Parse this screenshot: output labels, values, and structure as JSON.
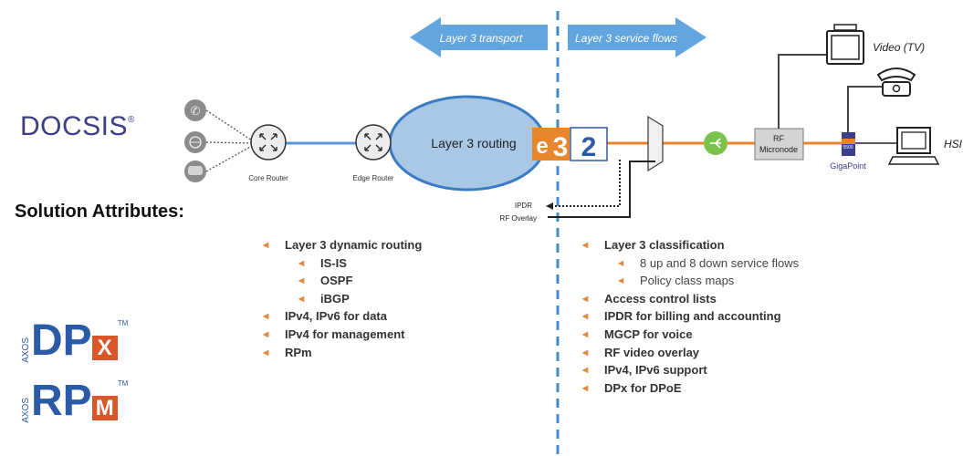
{
  "banner_left": "Layer 3 transport",
  "banner_right": "Layer 3 service flows",
  "docsis": {
    "text": "DOCSIS",
    "mark": "®"
  },
  "routers": {
    "core": "Core Router",
    "edge": "Edge Router"
  },
  "cloud_label": "Layer 3 routing",
  "e32_logo": {
    "e": "e",
    "three": "3",
    "two": "2"
  },
  "side_labels": {
    "ipdr": "IPDR",
    "rf_overlay": "RF Overlay"
  },
  "micronode": {
    "line1": "RF",
    "line2": "Micronode"
  },
  "gigapoint": {
    "box_text": "5500",
    "label": "GigaPoint"
  },
  "endpoints": {
    "video": "Video (TV)",
    "hsi": "HSI"
  },
  "heading": "Solution Attributes:",
  "left_list": [
    {
      "text": "Layer 3 dynamic routing",
      "level": 1
    },
    {
      "text": "IS-IS",
      "level": 2
    },
    {
      "text": "OSPF",
      "level": 2
    },
    {
      "text": "iBGP",
      "level": 2
    },
    {
      "text": "IPv4, IPv6 for data",
      "level": 1
    },
    {
      "text": "IPv4 for management",
      "level": 1
    },
    {
      "text": "RPm",
      "level": 1
    }
  ],
  "right_list": [
    {
      "text": "Layer 3 classification",
      "level": 1
    },
    {
      "text": "8 up and 8 down service flows",
      "level": 2
    },
    {
      "text": "Policy class maps",
      "level": 2
    },
    {
      "text": "Access control lists",
      "level": 1
    },
    {
      "text": "IPDR for billing and accounting",
      "level": 1
    },
    {
      "text": "MGCP for voice",
      "level": 1
    },
    {
      "text": "RF video overlay",
      "level": 1
    },
    {
      "text": "IPv4, IPv6 support",
      "level": 1
    },
    {
      "text": "DPx for DPoE",
      "level": 1
    }
  ],
  "logos": {
    "dpx": {
      "prefix": "AXOS",
      "main": "DP",
      "sub": "X",
      "tm": "TM"
    },
    "rpm": {
      "prefix": "AXOS",
      "main": "RP",
      "sub": "M",
      "tm": "TM"
    }
  },
  "colors": {
    "banner": "#63a5df",
    "cloud_fill": "#a9c8e6",
    "link_blue": "#5a96d3",
    "link_orange": "#e8862e",
    "divider": "#3f8bcf",
    "bullet": "#e0893c",
    "e3_orange": "#e8862e",
    "two_blue": "#2a5aa8",
    "green_node": "#7bc44b",
    "docsis_text": "#3b3f86"
  }
}
